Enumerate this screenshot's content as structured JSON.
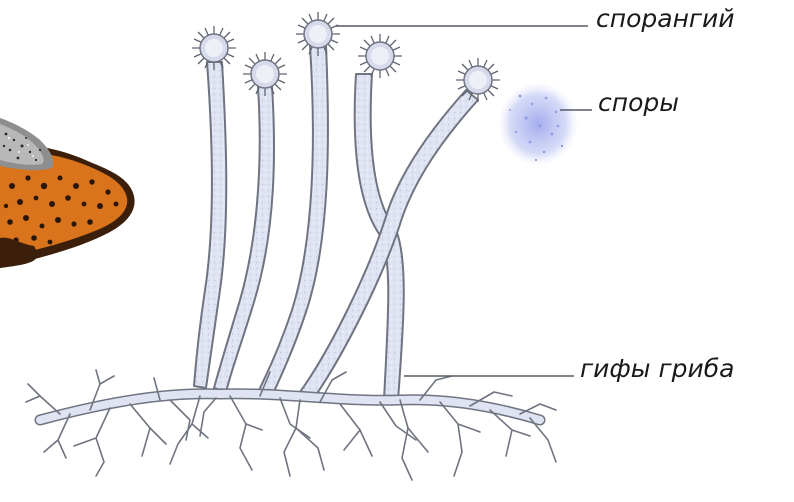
{
  "labels": {
    "sporangium": "спорангий",
    "spores": "споры",
    "hyphae": "гифы гриба"
  },
  "colors": {
    "hypha_fill": "#dfe3f2",
    "hypha_outline": "#6f7480",
    "spore_cloud": "#a9b4ee",
    "bread": "#d9741c",
    "bread_dark": "#3b1f0a",
    "mold_gray": "#9a9a9a"
  }
}
